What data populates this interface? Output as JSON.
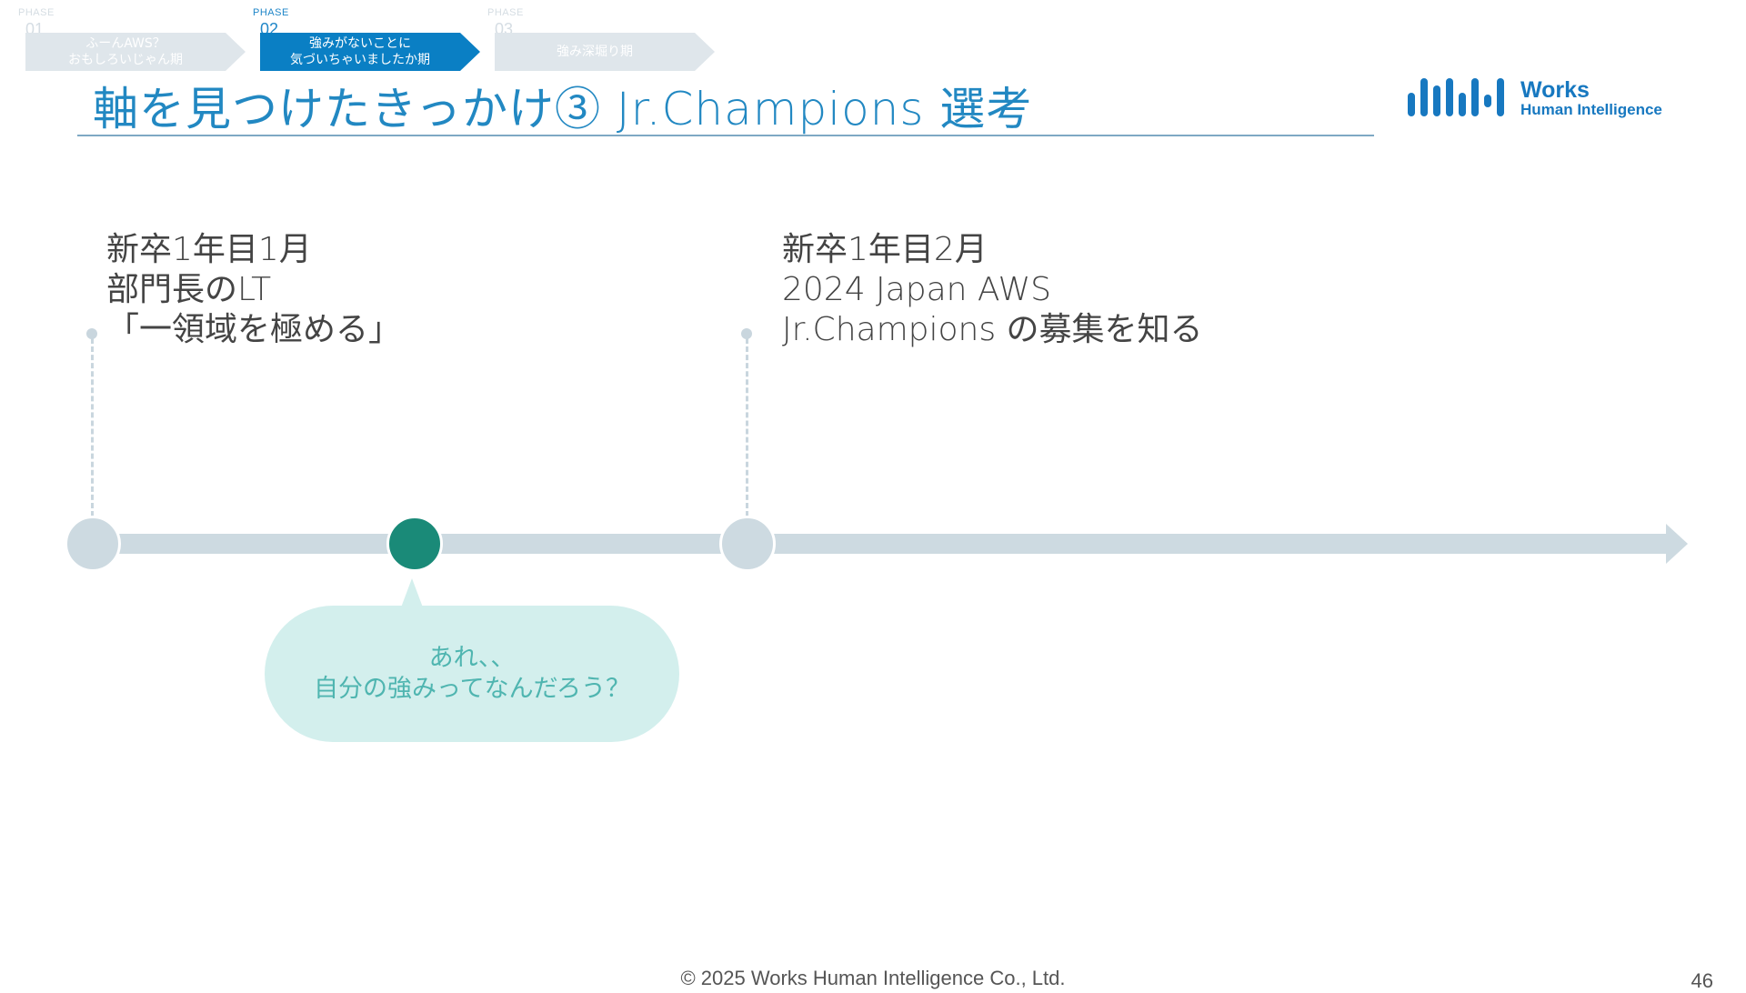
{
  "phases": [
    {
      "label": "PHASE",
      "number": "01",
      "text": "ふーんAWS？\nおもしろいじゃん期",
      "active": false
    },
    {
      "label": "PHASE",
      "number": "02",
      "text": "強みがないことに\n気づいちゃいましたか期",
      "active": true
    },
    {
      "label": "PHASE",
      "number": "03",
      "text": "強み深堀り期",
      "active": false
    }
  ],
  "title": "軸を見つけたきっかけ③ Jr.Champions 選考",
  "logo": {
    "line1": "Works",
    "line2": "Human Intelligence"
  },
  "events": [
    {
      "text": "新卒1年目1月\n部門長のLT\n「一領域を極める」"
    },
    {
      "text": "新卒1年目2月\n2024 Japan AWS\nJr.Champions の募集を知る"
    }
  ],
  "bubble": {
    "text": "あれ、、\n自分の強みってなんだろう？"
  },
  "colors": {
    "title": "#2288c2",
    "active_phase": "#0a7fc4",
    "timeline": "#cddae1",
    "node_current": "#1a8a78",
    "bubble_bg": "#d3efed",
    "bubble_text": "#4fb5b0",
    "logo": "#1778c0"
  },
  "footer": "© 2025 Works Human Intelligence Co., Ltd.",
  "page_number": "46"
}
